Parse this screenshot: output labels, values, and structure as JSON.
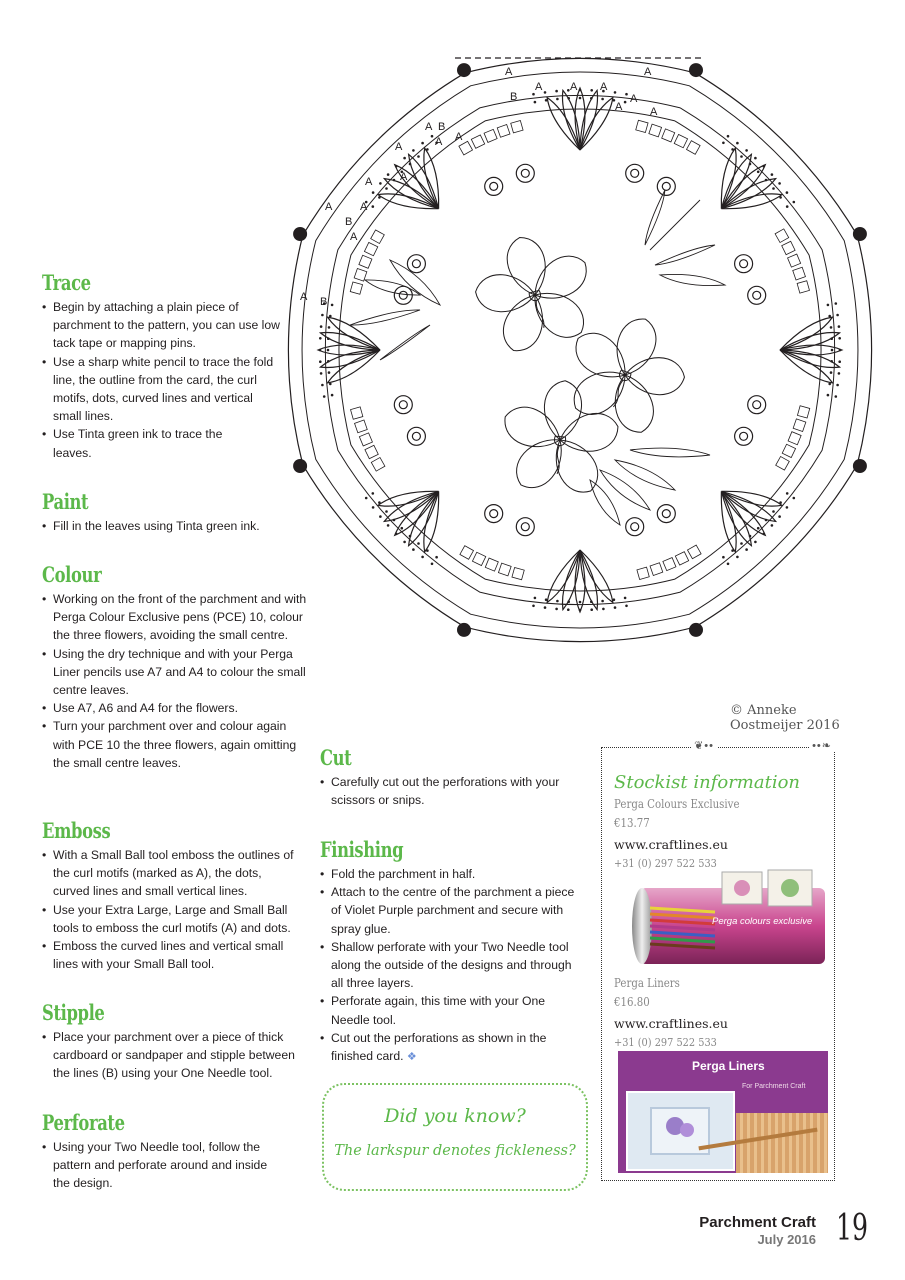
{
  "sections": {
    "trace": {
      "heading": "Trace",
      "items": [
        "Begin by attaching a plain piece of parchment to the pattern, you can use low tack tape or mapping pins.",
        "Use a sharp white pencil to trace the fold line, the outline from the card, the curl motifs, dots, curved lines and vertical small lines.",
        "Use Tinta green ink to trace the leaves."
      ]
    },
    "paint": {
      "heading": "Paint",
      "items": [
        "Fill in the leaves using Tinta green ink."
      ]
    },
    "colour": {
      "heading": "Colour",
      "items": [
        "Working on the front of the parchment and with Perga Colour Exclusive pens (PCE) 10, colour the three flowers, avoiding the small centre.",
        "Using the dry technique and with your Perga Liner pencils use A7 and A4 to colour the small centre leaves.",
        "Use A7, A6 and A4 for the flowers.",
        "Turn your parchment over and colour again with PCE 10 the three flowers, again omitting the small centre leaves."
      ]
    },
    "emboss": {
      "heading": "Emboss",
      "items": [
        "With a Small Ball tool emboss the outlines of the curl motifs (marked as A), the dots, curved lines and small vertical lines.",
        "Use your Extra Large, Large and Small Ball tools to emboss the curl motifs (A) and dots.",
        "Emboss the curved lines and vertical small lines with your Small Ball tool."
      ]
    },
    "stipple": {
      "heading": "Stipple",
      "items": [
        "Place your parchment over a piece of thick cardboard or sandpaper and stipple between the lines (B) using your One Needle tool."
      ]
    },
    "perforate": {
      "heading": "Perforate",
      "items": [
        "Using your Two Needle tool, follow the pattern and perforate around and inside the design."
      ]
    },
    "cut": {
      "heading": "Cut",
      "items": [
        "Carefully cut out the perforations with your scissors or snips."
      ]
    },
    "finishing": {
      "heading": "Finishing",
      "items": [
        "Fold the parchment in half.",
        "Attach to the centre of the parchment a piece of Violet Purple parchment and secure with spray glue.",
        "Shallow perforate with your Two Needle tool along the outside of the designs and through all three layers.",
        "Perforate again, this time with your One Needle tool.",
        "Cut out the perforations as shown in the finished card."
      ]
    }
  },
  "pattern_labels": {
    "a": "A",
    "b": "B"
  },
  "copyright": "© Anneke Oostmeijer 2016",
  "stockist": {
    "title": "Stockist information",
    "products": [
      {
        "name": "Perga Colours Exclusive",
        "price": "€13.77",
        "url": "www.craftlines.eu",
        "phone": "+31 (0) 297 522 533",
        "image_label": "Perga colours exclusive"
      },
      {
        "name": "Perga Liners",
        "price": "€16.80",
        "url": "www.craftlines.eu",
        "phone": "+31 (0) 297 522 533",
        "image_label": "Perga Liners",
        "image_sub": "For Parchment Craft"
      }
    ]
  },
  "did_you_know": {
    "title": "Did you know?",
    "text": "The larkspur denotes fickleness?"
  },
  "footer": {
    "magazine": "Parchment Craft",
    "issue": "July 2016",
    "page": "19"
  },
  "colors": {
    "accent_green": "#5cb84a",
    "tin_pink": "#c9458e",
    "liners_purple": "#8b3a8f"
  }
}
